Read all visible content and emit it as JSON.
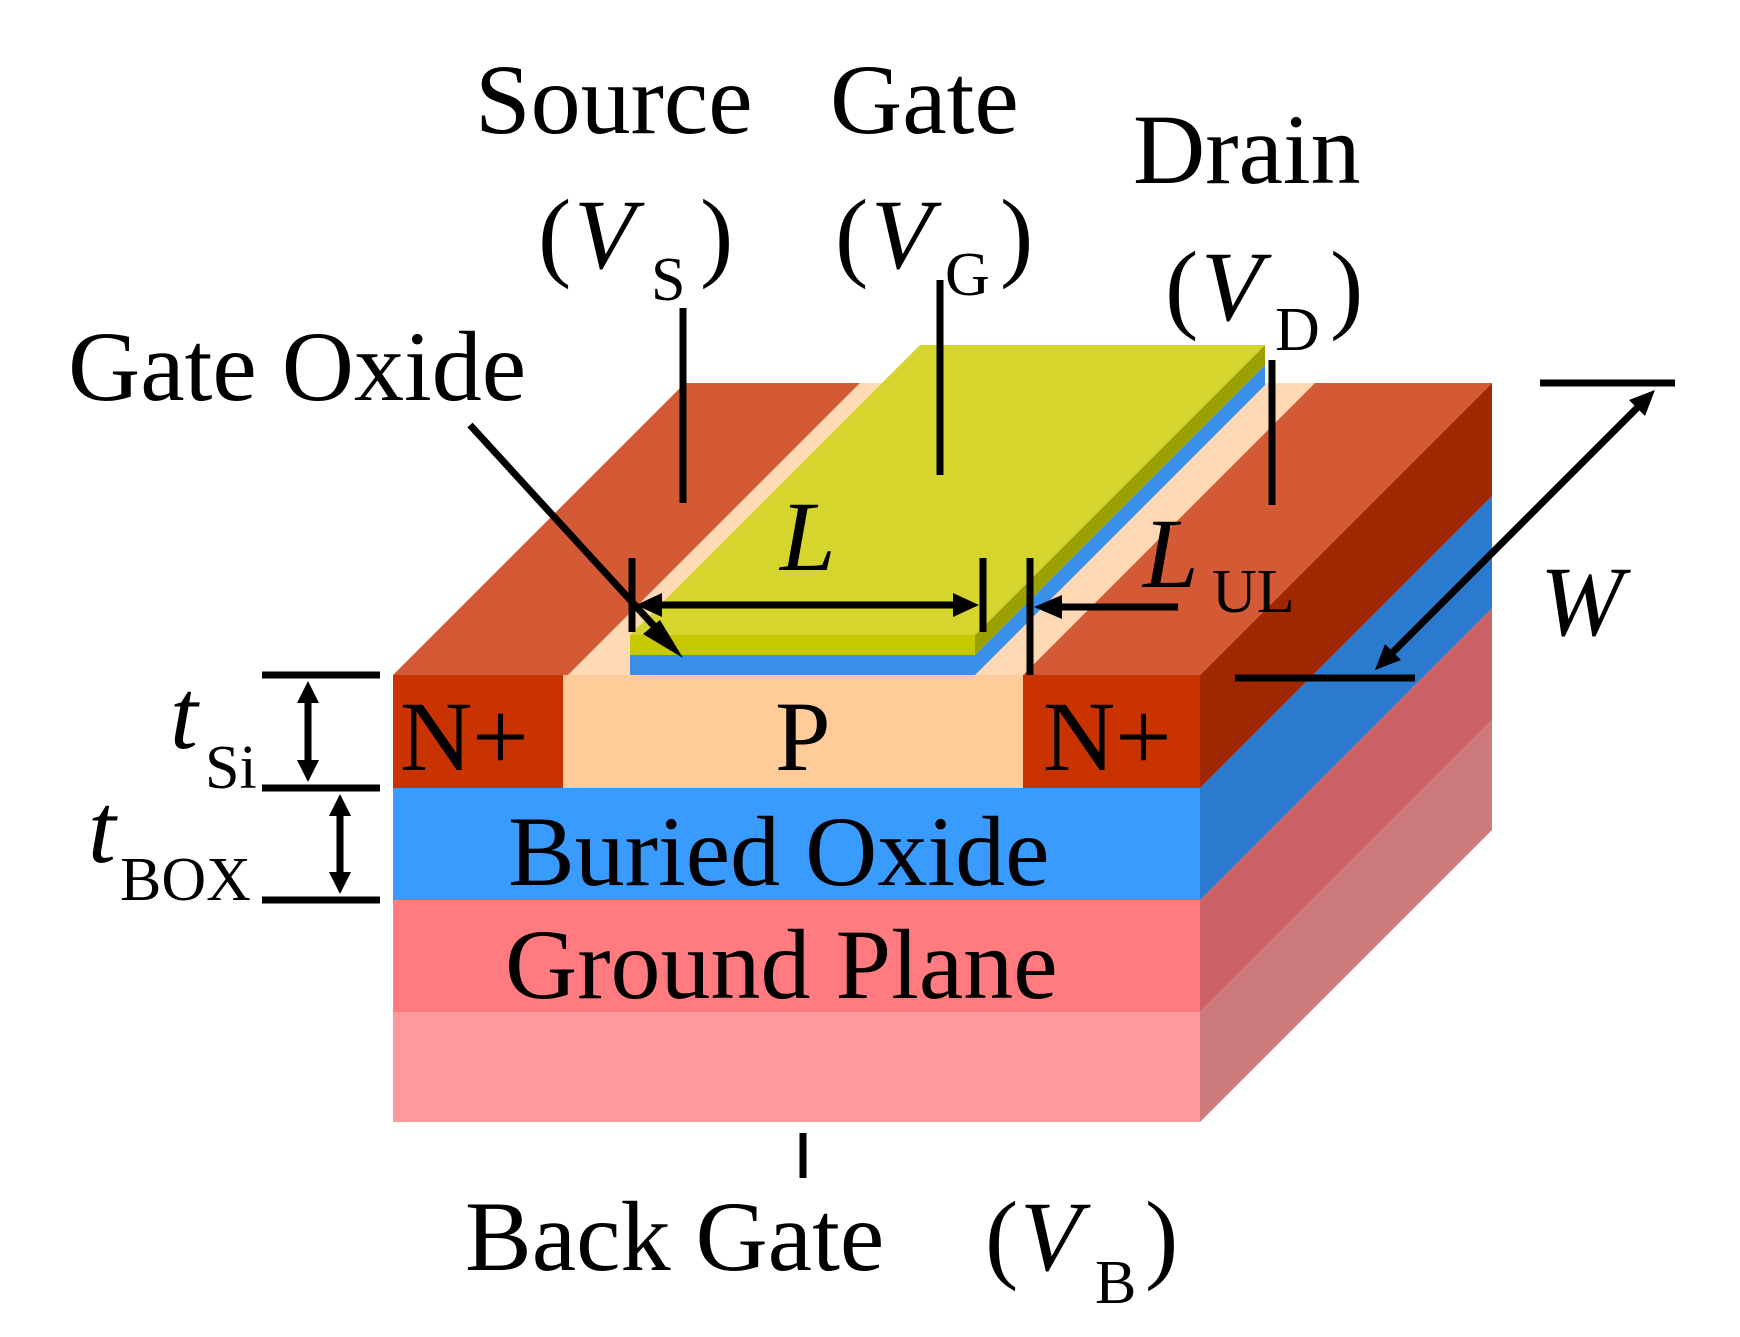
{
  "labels": {
    "source": "Source",
    "gate": "Gate",
    "drain": "Drain",
    "v_symbol": "V",
    "t_symbol": "t",
    "source_sub": "S",
    "gate_sub": "G",
    "drain_sub": "D",
    "back_gate": "Back Gate",
    "back_gate_sub": "B",
    "open_paren": "(",
    "close_paren": ")",
    "gate_oxide": "Gate Oxide",
    "length": "L",
    "underlap_sub": "UL",
    "width": "W",
    "tsi_sub": "Si",
    "tbox_sub": "BOX",
    "n_plus": "N+",
    "p_region": "P",
    "buried_oxide": "Buried Oxide",
    "ground_plane": "Ground Plane"
  },
  "colors": {
    "n_plus_front": "#C83300",
    "n_plus_top": "#D45A35",
    "n_plus_side": "#A02800",
    "p_front": "#FECB99",
    "p_top": "#FFD9B4",
    "box_front": "#3A9BFF",
    "box_side": "#2A7BD0",
    "ground_front": "#FF7B7F",
    "ground_side": "#CC6166",
    "substrate_front": "#FF9A9C",
    "substrate_side": "#CD7A7C",
    "gate_top": "#D5D52E",
    "gate_front": "#C8C800",
    "gate_side": "#9CA000",
    "gate_oxide": "#3A8FE8"
  }
}
